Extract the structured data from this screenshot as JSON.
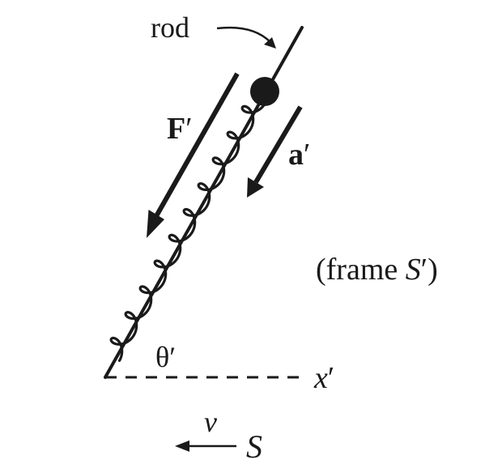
{
  "labels": {
    "rod": "rod",
    "force_symbol": "F",
    "force_prime": "′",
    "accel_symbol": "a",
    "accel_prime": "′",
    "frame_open": "(frame ",
    "frame_symbol": "S",
    "frame_close": "′)",
    "angle": "θ′",
    "axis_symbol": "x",
    "axis_prime": "′",
    "velocity": "v",
    "ground_frame": "S"
  },
  "colors": {
    "ink": "#1a1a1a",
    "background": "#ffffff"
  }
}
